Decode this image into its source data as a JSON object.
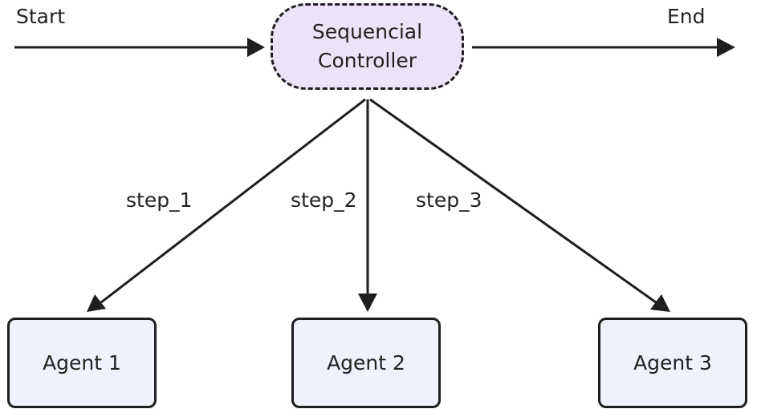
{
  "start_label": "Start",
  "end_label": "End",
  "controller": {
    "line1": "Sequencial",
    "line2": "Controller"
  },
  "steps": [
    "step_1",
    "step_2",
    "step_3"
  ],
  "agents": [
    "Agent 1",
    "Agent 2",
    "Agent 3"
  ],
  "colors": {
    "controller_fill": "#ece3f8",
    "agent_fill": "#eef2fc",
    "stroke": "#1e1e1e",
    "text": "#222222"
  }
}
